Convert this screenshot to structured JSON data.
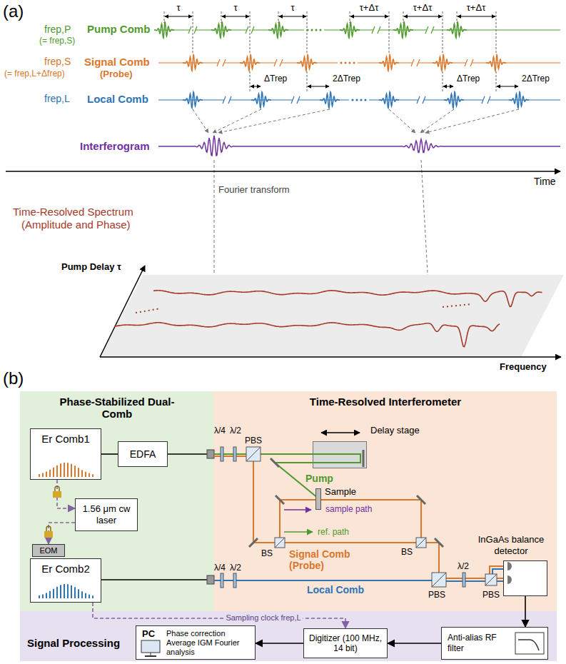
{
  "diagram": {
    "nodes": [
      {
        "text": [
          "Phase-Stabilized Dual-Comb"
        ]
      },
      {
        "text": [
          "Er Comb1"
        ],
        "in": 0
      },
      {
        "text": [
          "EDFA"
        ],
        "in": 0
      },
      {
        "text": [
          "1.56 μm cw laser"
        ],
        "in": 0
      },
      {
        "text": [
          "EOM"
        ],
        "in": 0
      },
      {
        "text": [
          "Er Comb2"
        ],
        "in": 0
      },
      {
        "text": [
          "Time-Resolved Interferometer"
        ]
      },
      {
        "text": [
          "Delay stage"
        ],
        "in": 6
      },
      {
        "text": [
          "Sample"
        ],
        "in": 6
      },
      {
        "text": [
          "InGaAs balance detector"
        ],
        "in": 6
      },
      {
        "text": [
          "Signal Processing"
        ]
      },
      {
        "text": [
          "PC",
          "Phase correction Average IGM Fourier analysis"
        ],
        "in": 10
      },
      {
        "text": [
          "Digitizer (100 MHz, 14 bit)"
        ],
        "in": 10
      },
      {
        "text": [
          "Anti-alias RF filter"
        ],
        "in": 10
      }
    ],
    "edges": [
      {
        "from": 1,
        "to": 2,
        "arrow": "none"
      },
      {
        "from": 1,
        "to": 3,
        "arrow": "to"
      },
      {
        "from": 3,
        "to": 4,
        "arrow": "to"
      },
      {
        "from": 5,
        "to": 12,
        "label": "Sampling clock frep,L",
        "arrow": "to"
      },
      {
        "from": 9,
        "to": 13,
        "arrow": "to"
      },
      {
        "from": 13,
        "to": 12,
        "arrow": "to"
      },
      {
        "from": 12,
        "to": 11,
        "arrow": "to"
      }
    ],
    "labels": [
      "(a)",
      "frep,P",
      "Pump Comb",
      "(= frep,S)",
      "frep,S",
      "Signal Comb",
      "(Probe)",
      "(= frep,L+Δfrep)",
      "frep,L",
      "Local Comb",
      "τ",
      "τ",
      "τ",
      "τ+Δτ",
      "τ+Δτ",
      "τ+Δτ",
      "ΔTrep",
      "2ΔTrep",
      "ΔTrep",
      "2ΔTrep",
      "Interferogram",
      "Time",
      "Fourier transform",
      "Time-Resolved Spectrum",
      "(Amplitude and Phase)",
      "Pump Delay τ",
      "Frequency",
      "(b)",
      "λ/4",
      "λ/2",
      "PBS",
      "Pump",
      "sample path",
      "ref. path",
      "Signal Comb (Probe)",
      "BS",
      "BS",
      "λ/4",
      "λ/2",
      "Local Comb",
      "PBS",
      "λ/2",
      "PBS"
    ]
  }
}
